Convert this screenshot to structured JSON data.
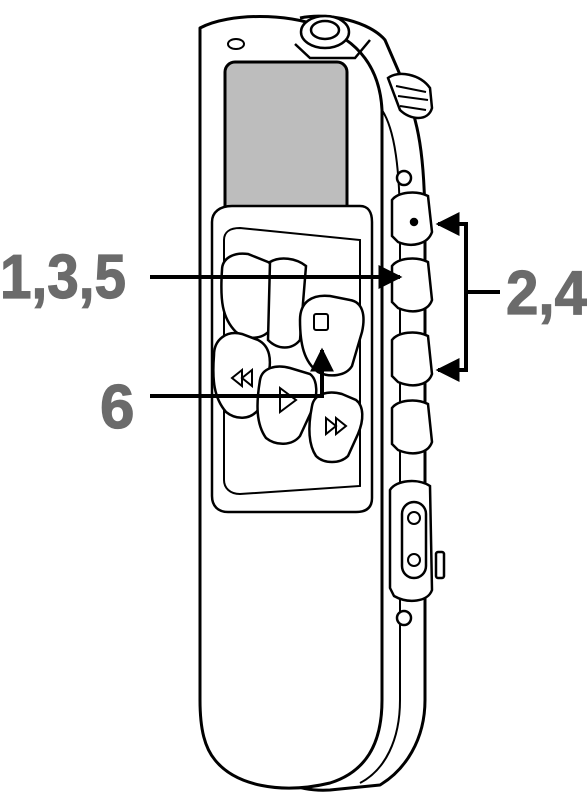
{
  "labels": {
    "left_top": "1,3,5",
    "left_bottom": "6",
    "right": "2,4"
  },
  "colors": {
    "outline": "#000000",
    "body_fill": "#ffffff",
    "screen": "#bdbdbd",
    "label": "#6b6b6b"
  }
}
